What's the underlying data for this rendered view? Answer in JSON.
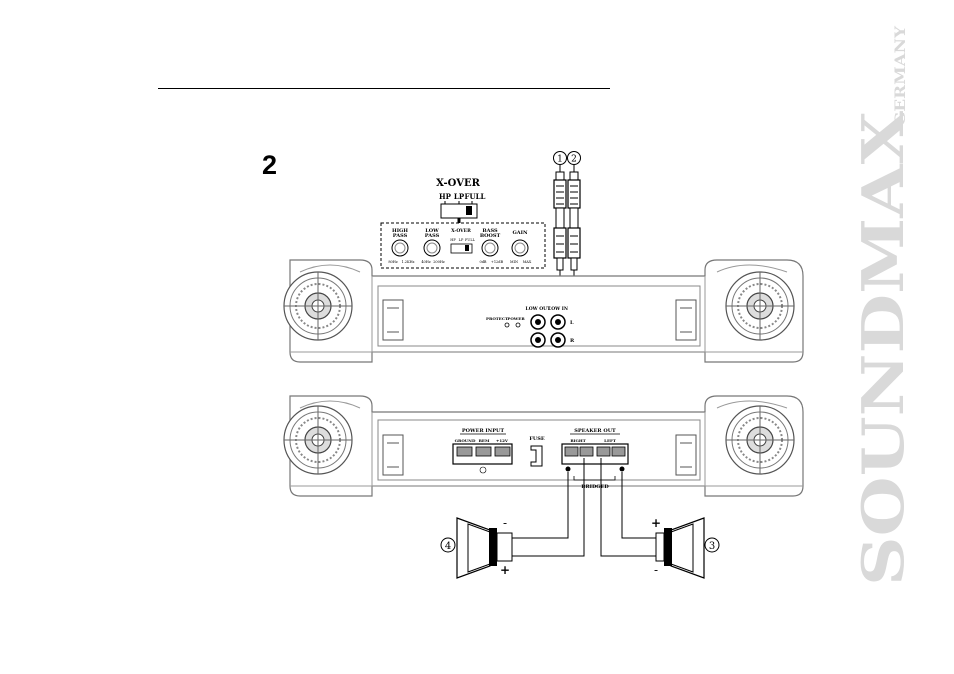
{
  "step_number": "2",
  "brand": {
    "name": "SOUNDMAX",
    "suffix": "GERMANY"
  },
  "xover_callout": {
    "title": "X-OVER",
    "options": [
      "HP",
      "LP",
      "FULL"
    ]
  },
  "control_panel": {
    "knobs": [
      {
        "label_line1": "HIGH",
        "label_line2": "PASS",
        "range_min": "80Hz",
        "range_max": "1.2KHz"
      },
      {
        "label_line1": "LOW",
        "label_line2": "PASS",
        "range_min": "40Hz",
        "range_max": "200Hz"
      },
      {
        "label_line1": "BASS",
        "label_line2": "BOOST",
        "range_min": "0dB",
        "range_max": "+12dB"
      },
      {
        "label_line1": "GAIN",
        "label_line2": "",
        "range_min": "MIN",
        "range_max": "MAX"
      }
    ],
    "switch_title": "X-OVER",
    "switch_options": [
      "HP",
      "LP",
      "FULL"
    ]
  },
  "rca_callouts": [
    "1",
    "2"
  ],
  "amp_top": {
    "protect_label": "PROTECT",
    "power_label": "POWER",
    "low_out_label": "LOW OUT",
    "low_in_label": "LOW IN",
    "channel_left": "L",
    "channel_right": "R"
  },
  "amp_bottom": {
    "power_input_title": "POWER INPUT",
    "ground_label": "GROUND",
    "rem_label": "REM",
    "v12_label": "+12V",
    "fuse_label": "FUSE",
    "speaker_out_title": "SPEAKER OUT",
    "right_label": "RIGHT",
    "left_label": "LEFT",
    "bridged_label": "BRIDGED"
  },
  "speakers": [
    {
      "callout": "4",
      "top_sign": "-",
      "bottom_sign": "+"
    },
    {
      "callout": "3",
      "top_sign": "+",
      "bottom_sign": "-"
    }
  ]
}
